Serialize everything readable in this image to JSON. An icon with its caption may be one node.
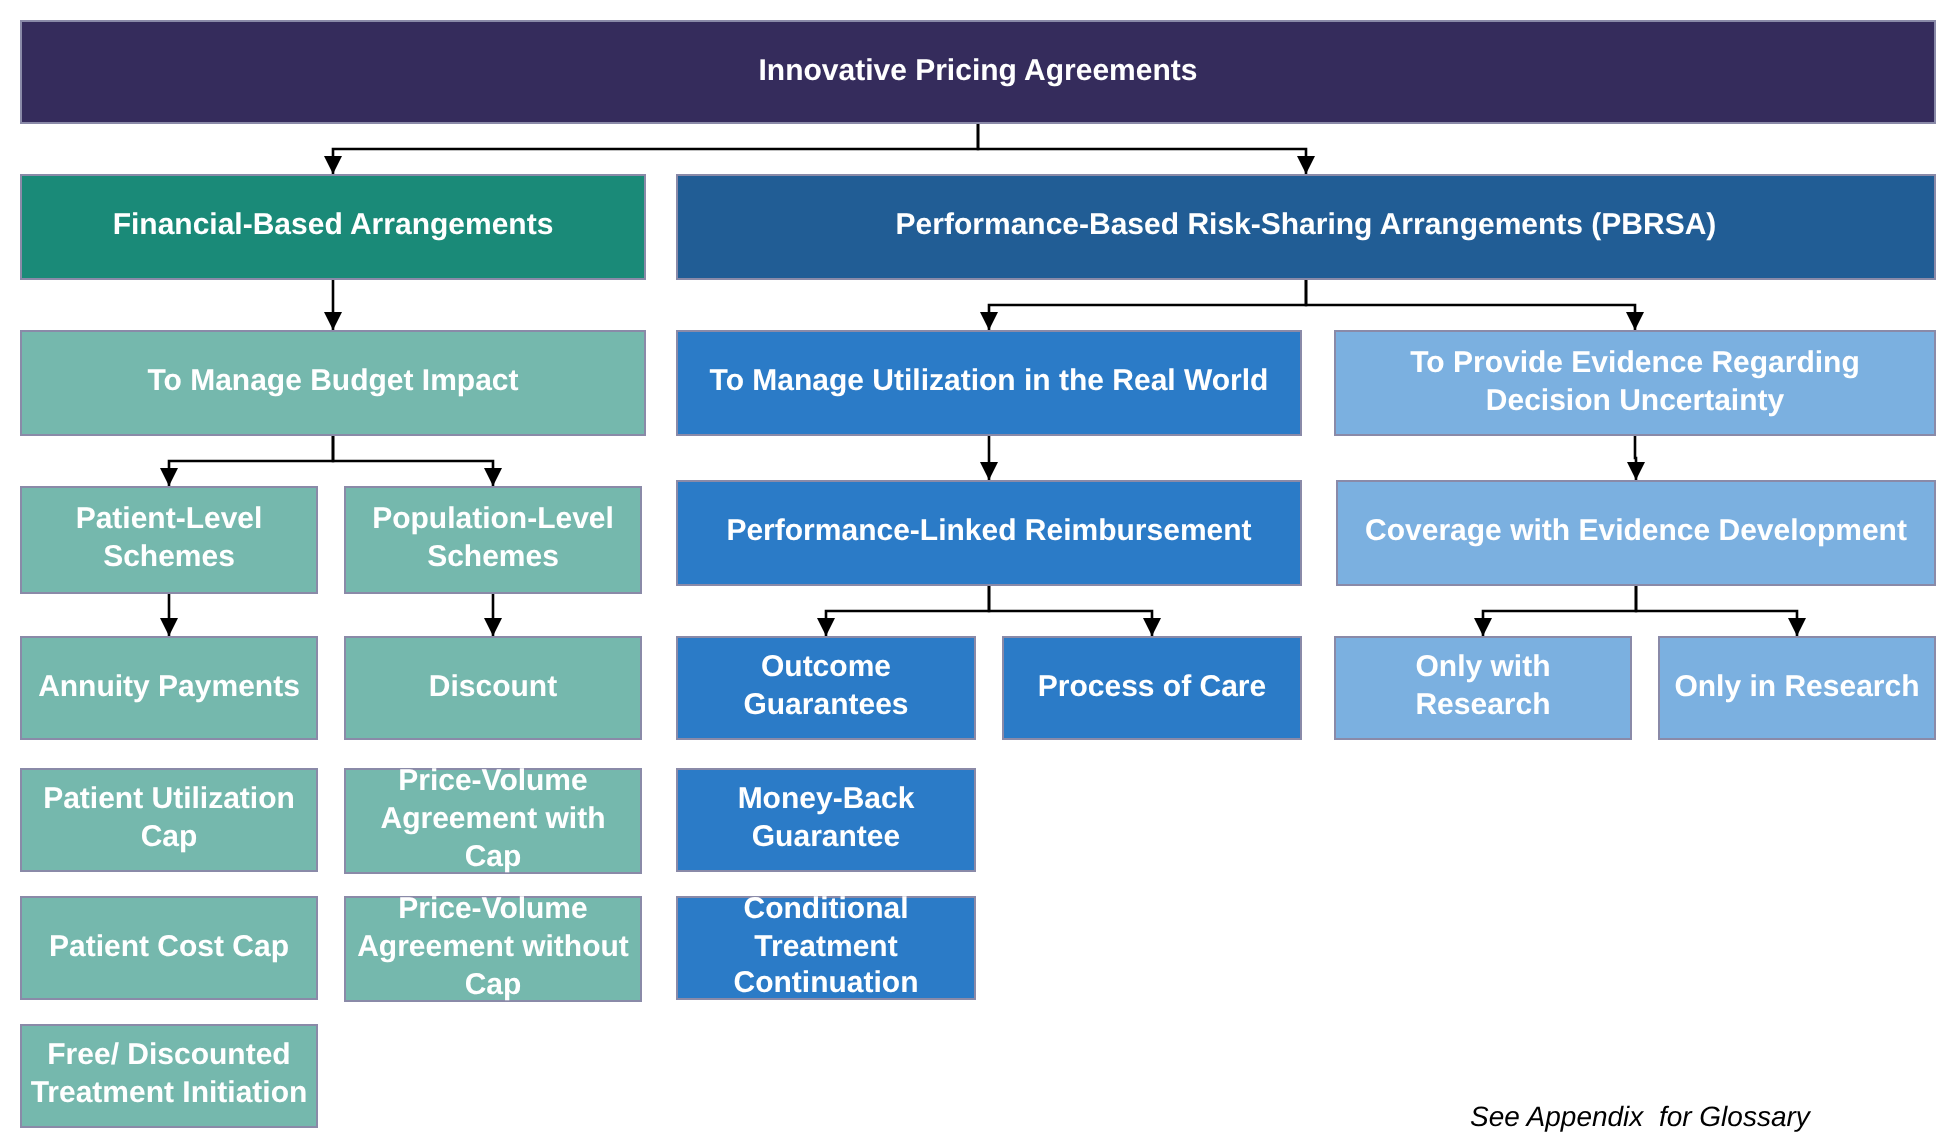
{
  "diagram": {
    "nodes": [
      {
        "text": [
          "Innovative Pricing Agreements"
        ]
      },
      {
        "text": [
          "Financial-Based Arrangements"
        ]
      },
      {
        "text": [
          "Performance-Based Risk-Sharing Arrangements (PBRSA)"
        ]
      },
      {
        "text": [
          "To Manage Budget Impact"
        ]
      },
      {
        "text": [
          "To Manage Utilization in the Real World"
        ]
      },
      {
        "text": [
          "To Provide Evidence Regarding Decision Uncertainty"
        ]
      },
      {
        "text": [
          "Patient-Level Schemes"
        ]
      },
      {
        "text": [
          "Population-Level Schemes"
        ]
      },
      {
        "text": [
          "Performance-Linked Reimbursement"
        ]
      },
      {
        "text": [
          "Coverage with Evidence Development"
        ]
      },
      {
        "text": [
          "Annuity Payments"
        ]
      },
      {
        "text": [
          "Discount"
        ]
      },
      {
        "text": [
          "Outcome Guarantees"
        ]
      },
      {
        "text": [
          "Process of Care"
        ]
      },
      {
        "text": [
          "Only with Research"
        ]
      },
      {
        "text": [
          "Only in Research"
        ]
      },
      {
        "text": [
          "Patient Utilization Cap"
        ]
      },
      {
        "text": [
          "Price-Volume Agreement with Cap"
        ]
      },
      {
        "text": [
          "Money-Back Guarantee"
        ]
      },
      {
        "text": [
          "Patient Cost Cap"
        ]
      },
      {
        "text": [
          "Price-Volume Agreement without Cap"
        ]
      },
      {
        "text": [
          "Conditional Treatment Continuation"
        ]
      },
      {
        "text": [
          "Free/ Discounted Treatment Initiation"
        ]
      }
    ],
    "edges": [
      {
        "from": 0,
        "to": 1,
        "arrow": "to"
      },
      {
        "from": 0,
        "to": 2,
        "arrow": "to"
      },
      {
        "from": 1,
        "to": 3,
        "arrow": "to"
      },
      {
        "from": 2,
        "to": 4,
        "arrow": "to"
      },
      {
        "from": 2,
        "to": 5,
        "arrow": "to"
      },
      {
        "from": 3,
        "to": 6,
        "arrow": "to"
      },
      {
        "from": 3,
        "to": 7,
        "arrow": "to"
      },
      {
        "from": 4,
        "to": 8,
        "arrow": "to"
      },
      {
        "from": 5,
        "to": 9,
        "arrow": "to"
      },
      {
        "from": 6,
        "to": 10,
        "arrow": "to"
      },
      {
        "from": 7,
        "to": 11,
        "arrow": "to"
      },
      {
        "from": 8,
        "to": 12,
        "arrow": "to"
      },
      {
        "from": 8,
        "to": 13,
        "arrow": "to"
      },
      {
        "from": 9,
        "to": 14,
        "arrow": "to"
      },
      {
        "from": 9,
        "to": 15,
        "arrow": "to"
      }
    ],
    "labels": [
      "See Appendix  for Glossary"
    ]
  }
}
